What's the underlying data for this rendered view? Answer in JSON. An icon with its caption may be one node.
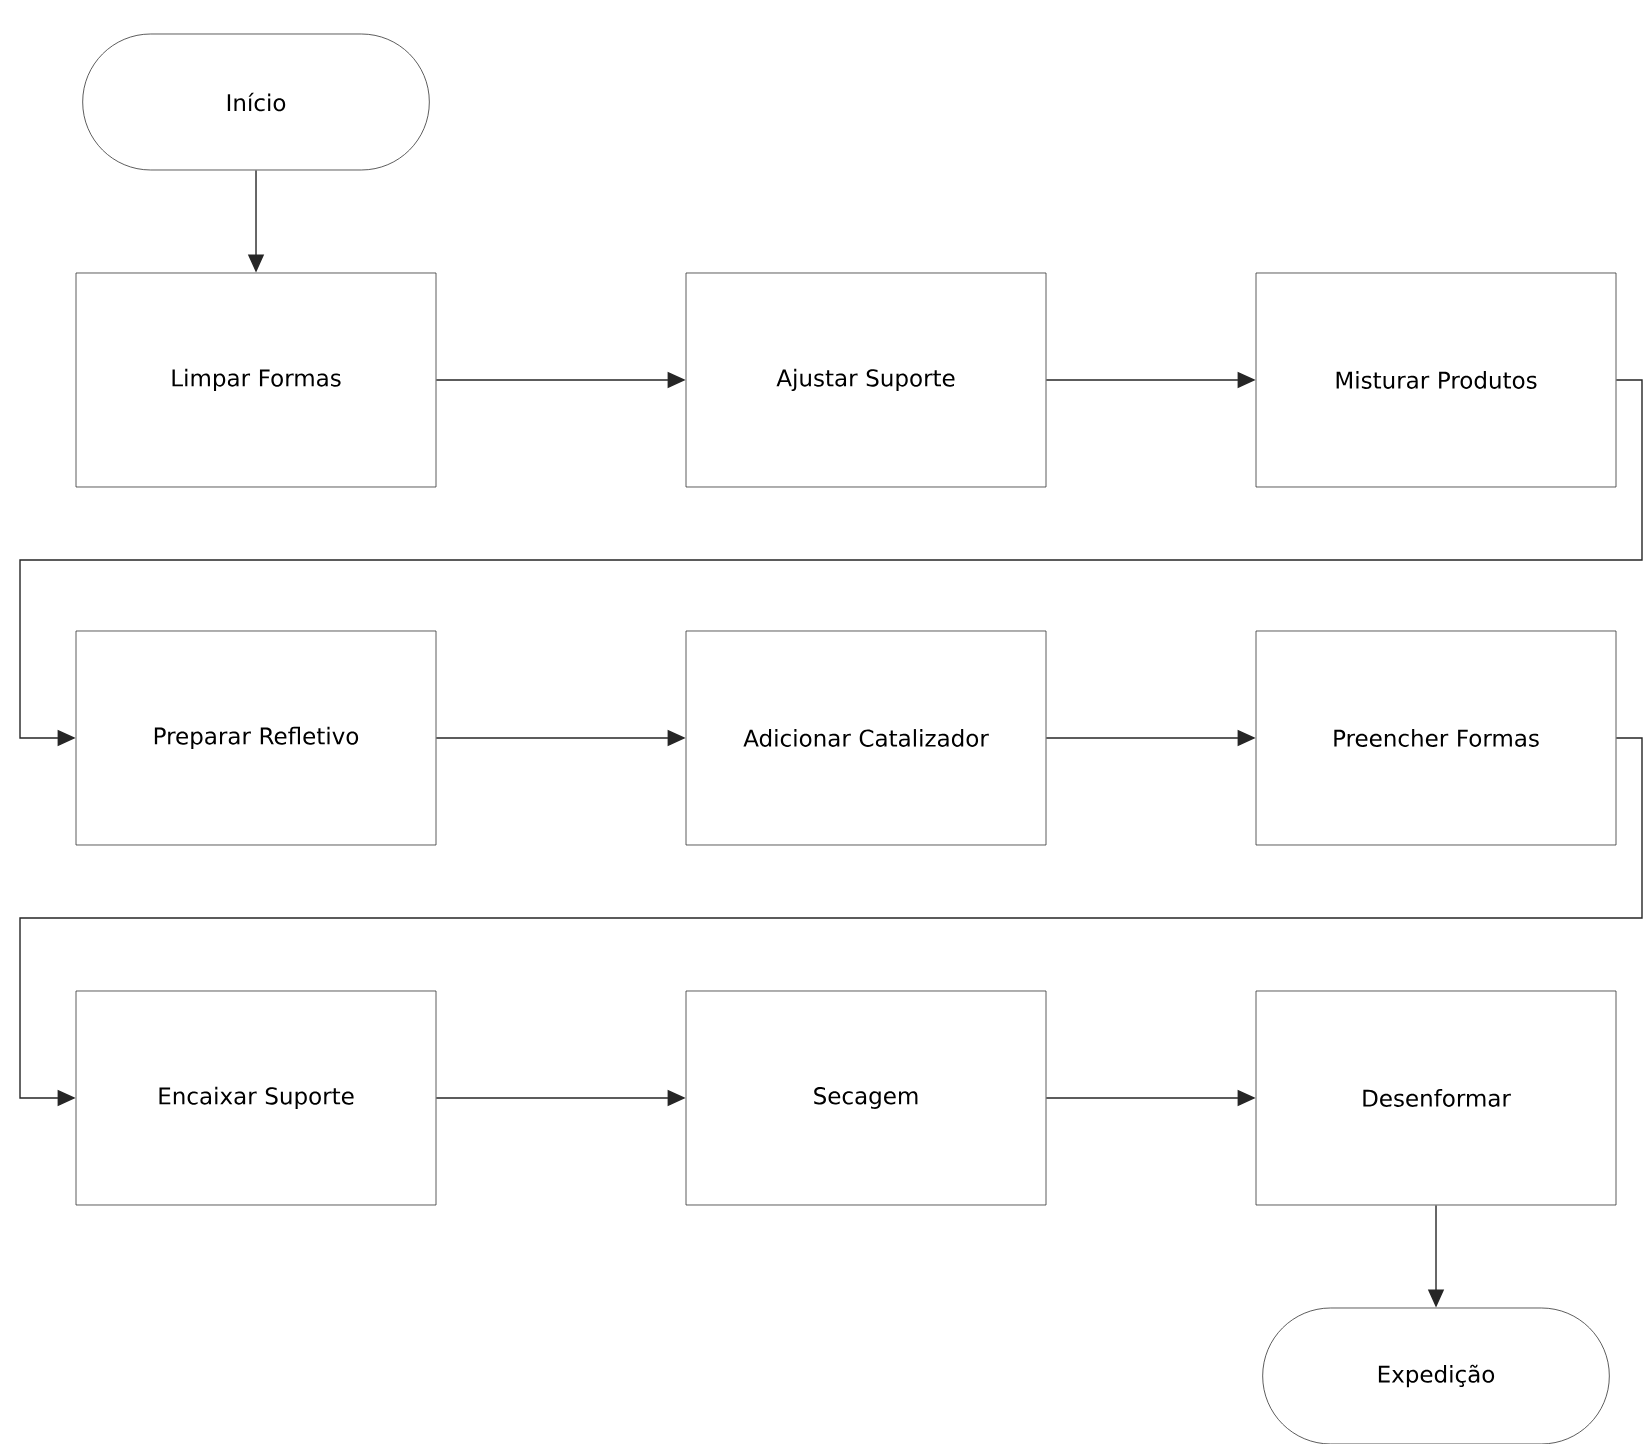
{
  "diagram": {
    "nodes": [
      {
        "text": [
          "Início"
        ]
      },
      {
        "text": [
          "Limpar Formas"
        ]
      },
      {
        "text": [
          "Ajustar Suporte"
        ]
      },
      {
        "text": [
          "Misturar Produtos"
        ]
      },
      {
        "text": [
          "Preparar Refletivo"
        ]
      },
      {
        "text": [
          "Adicionar Catalizador"
        ]
      },
      {
        "text": [
          "Preencher Formas"
        ]
      },
      {
        "text": [
          "Encaixar Suporte"
        ]
      },
      {
        "text": [
          "Secagem"
        ]
      },
      {
        "text": [
          "Desenformar"
        ]
      },
      {
        "text": [
          "Expedição"
        ]
      }
    ],
    "edges": [
      {
        "from": 0,
        "to": 1,
        "arrow": "to"
      },
      {
        "from": 1,
        "to": 2,
        "arrow": "to"
      },
      {
        "from": 2,
        "to": 3,
        "arrow": "to"
      },
      {
        "from": 3,
        "to": 4,
        "arrow": "to"
      },
      {
        "from": 4,
        "to": 5,
        "arrow": "to"
      },
      {
        "from": 5,
        "to": 6,
        "arrow": "to"
      },
      {
        "from": 6,
        "to": 7,
        "arrow": "to"
      },
      {
        "from": 7,
        "to": 8,
        "arrow": "to"
      },
      {
        "from": 8,
        "to": 9,
        "arrow": "to"
      },
      {
        "from": 9,
        "to": 10,
        "arrow": "to"
      }
    ]
  }
}
